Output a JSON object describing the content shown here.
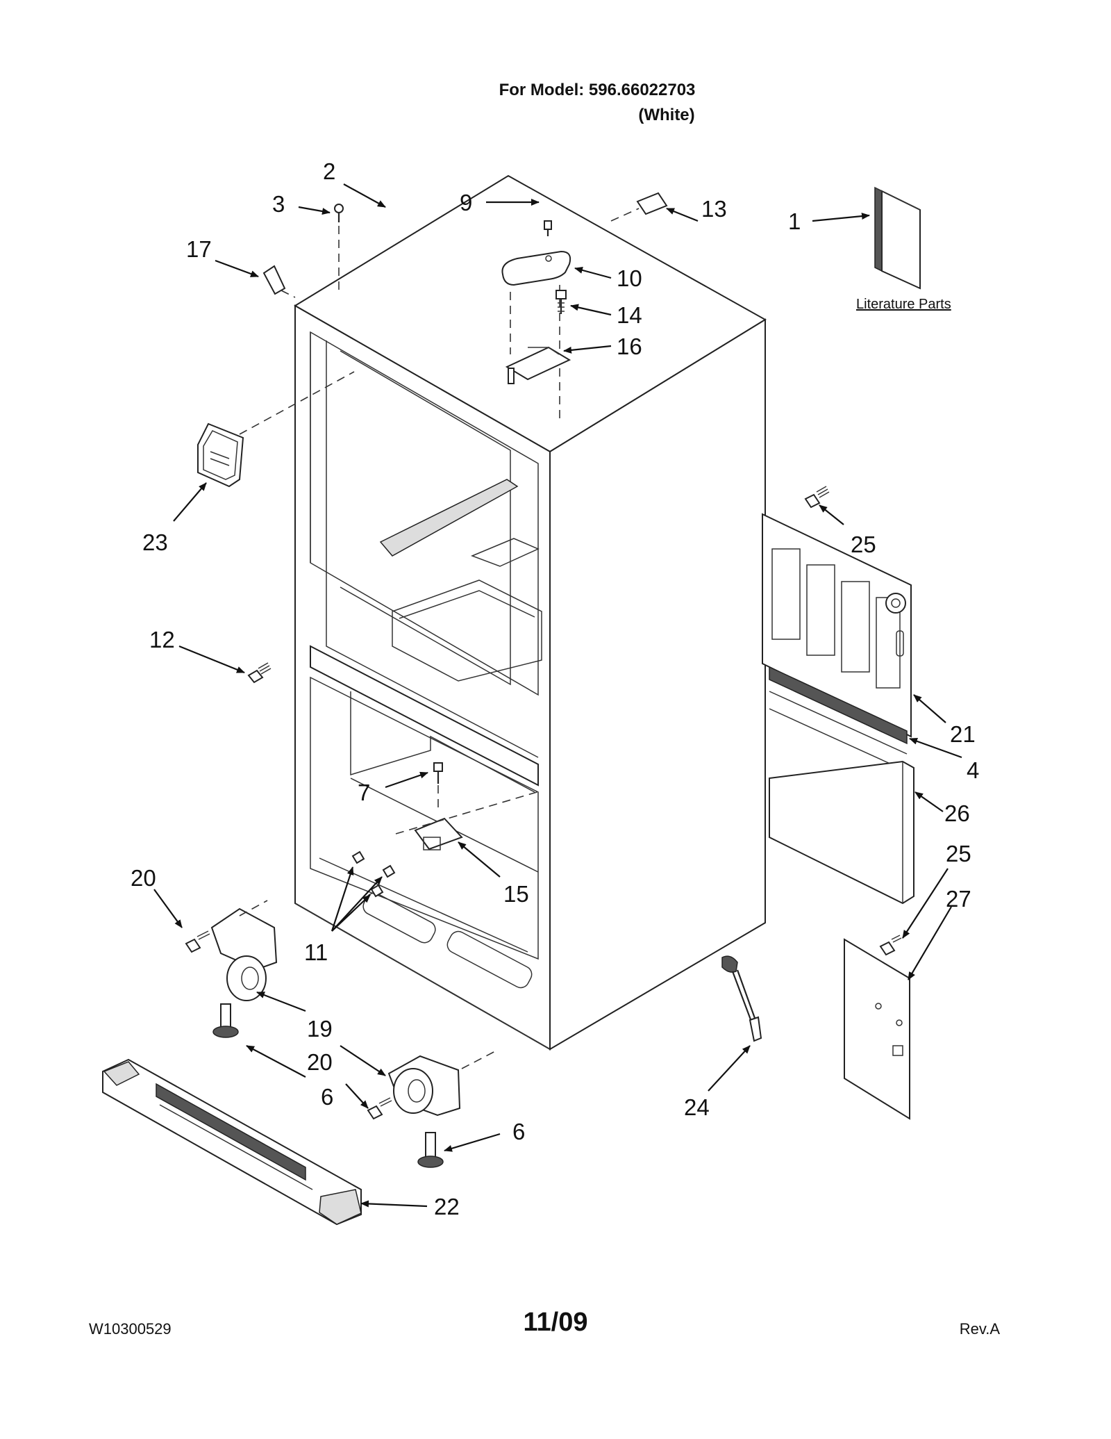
{
  "header": {
    "model_line": "For Model: 596.66022703",
    "color_line": "(White)"
  },
  "footer": {
    "doc_number": "W10300529",
    "date": "11/09",
    "revision": "Rev.A"
  },
  "literature_label": "Literature Parts",
  "callouts": [
    {
      "id": "c2",
      "text": "2"
    },
    {
      "id": "c3",
      "text": "3"
    },
    {
      "id": "c17",
      "text": "17"
    },
    {
      "id": "c9",
      "text": "9"
    },
    {
      "id": "c13",
      "text": "13"
    },
    {
      "id": "c1",
      "text": "1"
    },
    {
      "id": "c10",
      "text": "10"
    },
    {
      "id": "c14",
      "text": "14"
    },
    {
      "id": "c16",
      "text": "16"
    },
    {
      "id": "c23",
      "text": "23"
    },
    {
      "id": "c25a",
      "text": "25"
    },
    {
      "id": "c12",
      "text": "12"
    },
    {
      "id": "c21",
      "text": "21"
    },
    {
      "id": "c4",
      "text": "4"
    },
    {
      "id": "c7",
      "text": "7"
    },
    {
      "id": "c26",
      "text": "26"
    },
    {
      "id": "c25b",
      "text": "25"
    },
    {
      "id": "c20a",
      "text": "20"
    },
    {
      "id": "c15",
      "text": "15"
    },
    {
      "id": "c27",
      "text": "27"
    },
    {
      "id": "c11",
      "text": "11"
    },
    {
      "id": "c19",
      "text": "19"
    },
    {
      "id": "c20b",
      "text": "20"
    },
    {
      "id": "c6a",
      "text": "6"
    },
    {
      "id": "c24",
      "text": "24"
    },
    {
      "id": "c6b",
      "text": "6"
    },
    {
      "id": "c22",
      "text": "22"
    }
  ]
}
